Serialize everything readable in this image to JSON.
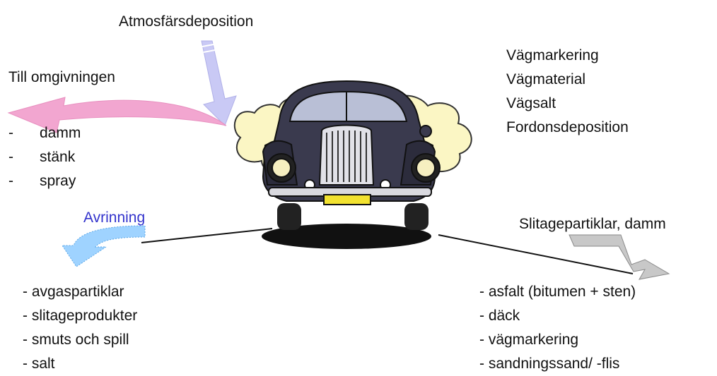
{
  "top_label": "Atmosfärsdeposition",
  "left_top": {
    "heading": "Till omgivningen",
    "items": [
      "damm",
      "stänk",
      "spray"
    ],
    "arrow_color": "#f2a6d0"
  },
  "right_top": {
    "lines": [
      "Vägmarkering",
      "Vägmaterial",
      "Vägsalt",
      "Fordonsdeposition"
    ]
  },
  "left_bottom": {
    "heading": "Avrinning",
    "heading_color": "#3333cc",
    "arrow_color": "#9fd3ff",
    "items": [
      "- avgaspartiklar",
      "- slitageprodukter",
      "- smuts och spill",
      "- salt"
    ]
  },
  "right_bottom": {
    "heading": "Slitagepartiklar, damm",
    "arrow_color": "#c8c8c8",
    "items": [
      "- asfalt (bitumen + sten)",
      "- däck",
      "- vägmarkering",
      "- sandningssand/ -flis"
    ]
  },
  "top_arrow_color": "#c9c9f5",
  "icons": [
    "car-clipart-icon",
    "down-arrow-icon",
    "curved-left-arrow-icon",
    "curved-runoff-arrow-icon",
    "bent-down-arrow-icon"
  ]
}
